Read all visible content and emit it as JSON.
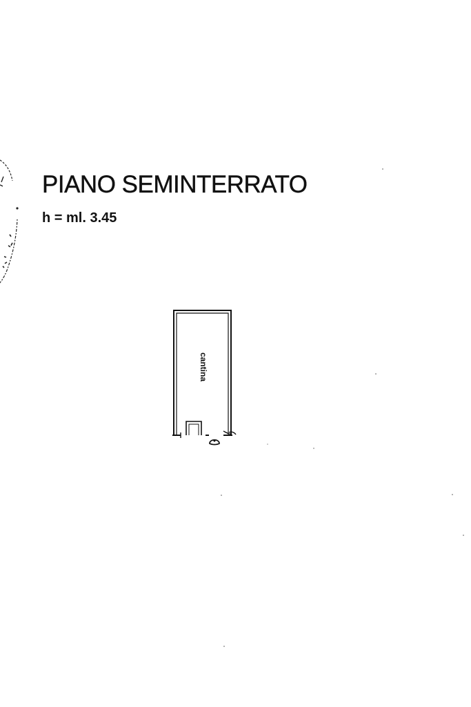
{
  "plan": {
    "floor_title": "PIANO SEMINTERRATO",
    "height_label": "h = ml. 3.45",
    "room_label": "cantina"
  },
  "icons": {
    "stamp": "partial-circular-stamp",
    "entrance": "entrance-arrow-marker"
  },
  "colors": {
    "ink": "#111111",
    "paper": "#ffffff"
  }
}
